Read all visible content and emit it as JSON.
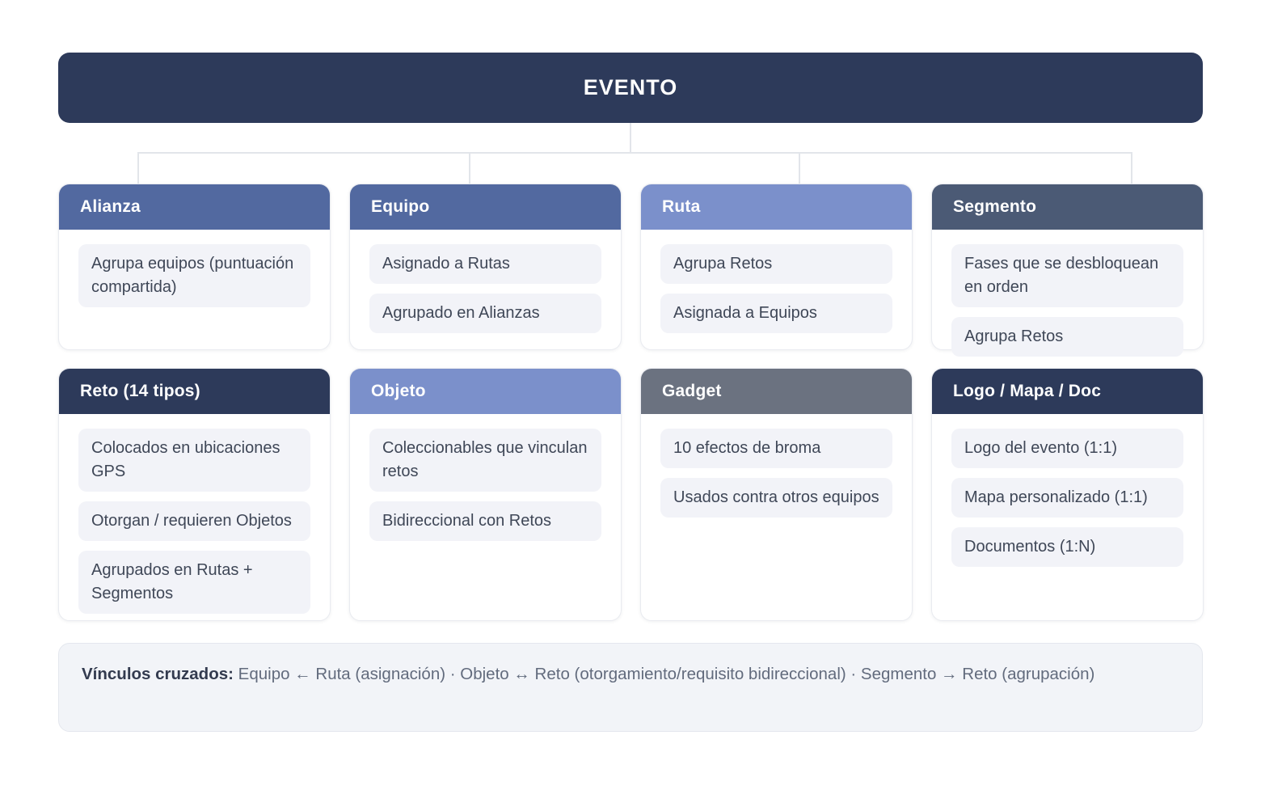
{
  "root": {
    "title": "EVENTO",
    "color": "#2d3a5a"
  },
  "connector_color": "#e2e5ea",
  "rows": [
    {
      "cards": [
        {
          "title": "Alianza",
          "header_color": "#5269a0",
          "items": [
            "Agrupa equipos (puntuación compartida)"
          ]
        },
        {
          "title": "Equipo",
          "header_color": "#5269a0",
          "items": [
            "Asignado a Rutas",
            "Agrupado en Alianzas"
          ]
        },
        {
          "title": "Ruta",
          "header_color": "#7b90cb",
          "items": [
            "Agrupa Retos",
            "Asignada a Equipos"
          ]
        },
        {
          "title": "Segmento",
          "header_color": "#4b5a75",
          "items": [
            "Fases que se desbloquean en orden",
            "Agrupa Retos"
          ]
        }
      ]
    },
    {
      "cards": [
        {
          "title": "Reto (14 tipos)",
          "header_color": "#2d3a5a",
          "items": [
            "Colocados en ubicaciones GPS",
            "Otorgan / requieren Objetos",
            "Agrupados en Rutas + Segmentos"
          ]
        },
        {
          "title": "Objeto",
          "header_color": "#7b90cb",
          "items": [
            "Coleccionables que vinculan retos",
            "Bidireccional con Retos"
          ]
        },
        {
          "title": "Gadget",
          "header_color": "#6b7280",
          "items": [
            "10 efectos de broma",
            "Usados contra otros equipos"
          ]
        },
        {
          "title": "Logo / Mapa / Doc",
          "header_color": "#2d3a5a",
          "items": [
            "Logo del evento (1:1)",
            "Mapa personalizado (1:1)",
            "Documentos (1:N)"
          ]
        }
      ]
    }
  ],
  "footer": {
    "label": "Vínculos cruzados:",
    "text": " Equipo ← Ruta (asignación) · Objeto ↔ Reto (otorgamiento/requisito bidireccional) · Segmento → Reto (agrupación)"
  }
}
